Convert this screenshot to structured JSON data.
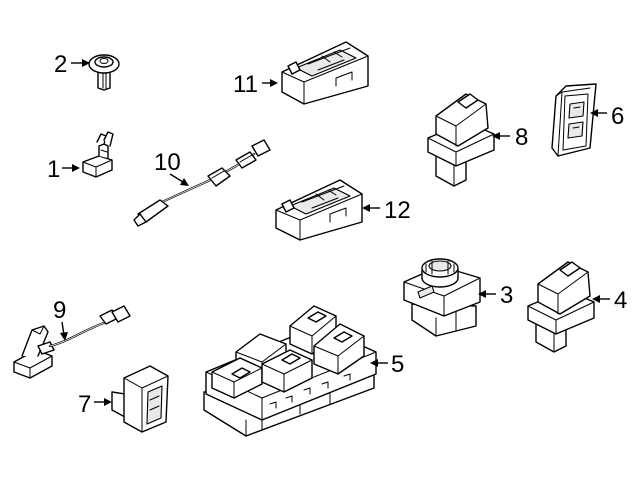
{
  "callouts": [
    {
      "id": "1",
      "text": "1"
    },
    {
      "id": "2",
      "text": "2"
    },
    {
      "id": "3",
      "text": "3"
    },
    {
      "id": "4",
      "text": "4"
    },
    {
      "id": "5",
      "text": "5"
    },
    {
      "id": "6",
      "text": "6"
    },
    {
      "id": "7",
      "text": "7"
    },
    {
      "id": "8",
      "text": "8"
    },
    {
      "id": "9",
      "text": "9"
    },
    {
      "id": "10",
      "text": "10"
    },
    {
      "id": "11",
      "text": "11"
    },
    {
      "id": "12",
      "text": "12"
    }
  ],
  "colors": {
    "line": "#000000",
    "background": "#ffffff",
    "shade": "#e9e9e9"
  }
}
